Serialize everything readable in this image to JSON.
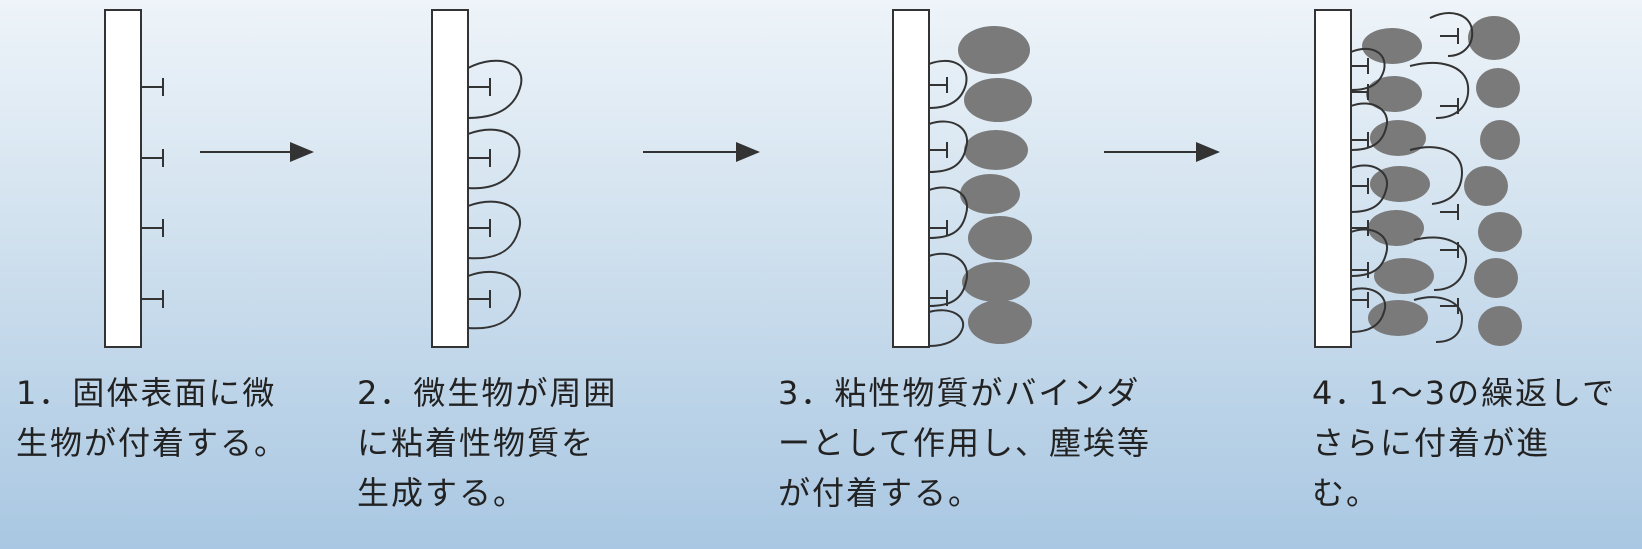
{
  "steps": [
    {
      "lines": [
        "1．固体表面に微",
        "生物が付着する。"
      ]
    },
    {
      "lines": [
        "2．微生物が周囲",
        "に粘着性物質を",
        "生成する。"
      ]
    },
    {
      "lines": [
        "3．粘性物質がバインダ",
        "ーとして作用し、塵埃等",
        "が付着する。"
      ]
    },
    {
      "lines": [
        "4．1～3の繰返しで",
        "さらに付着が進",
        "む。"
      ]
    }
  ],
  "colors": {
    "stroke": "#333333",
    "dust": "#7a7a7a",
    "wall": "#ffffff"
  }
}
